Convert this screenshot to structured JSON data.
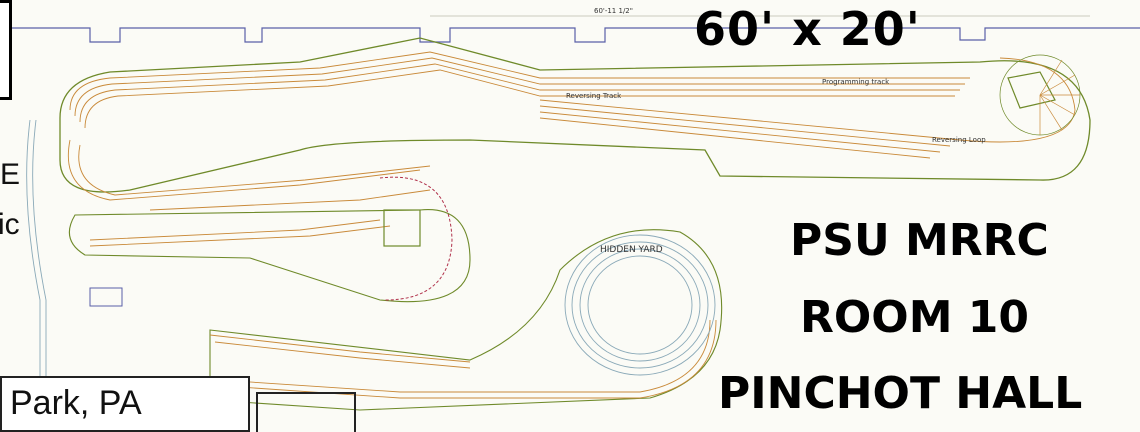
{
  "title": "60' x 20'",
  "labels": {
    "line1": "PSU MRRC",
    "line2": "ROOM 10",
    "line3": "PINCHOT HALL"
  },
  "fragments": {
    "left_text1": "E",
    "left_text2": "ic",
    "bottom_box": "Park, PA"
  },
  "track_notes": {
    "hidden_yard": "HIDDEN YARD",
    "reversing_track": "Reversing Track",
    "programming": "Programming track",
    "reversing_loop": "Reversing Loop",
    "dimension": "60'-11 1/2\""
  },
  "colors": {
    "track_main": "#c98a3a",
    "track_hidden": "#8aa9b8",
    "benchwork": "#6f8a2a",
    "wall": "#5a5fa8",
    "accent_red": "#b0304a"
  }
}
